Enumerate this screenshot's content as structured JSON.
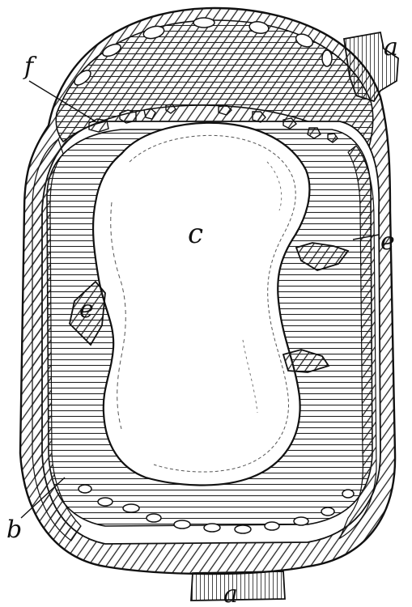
{
  "figure": {
    "labels": {
      "a_top": "a",
      "a_bottom": "a",
      "b": "b",
      "c": "c",
      "e_left": "e",
      "e_right": "e",
      "f": "f"
    },
    "colors": {
      "ink": "#111111",
      "paper": "#ffffff"
    }
  }
}
